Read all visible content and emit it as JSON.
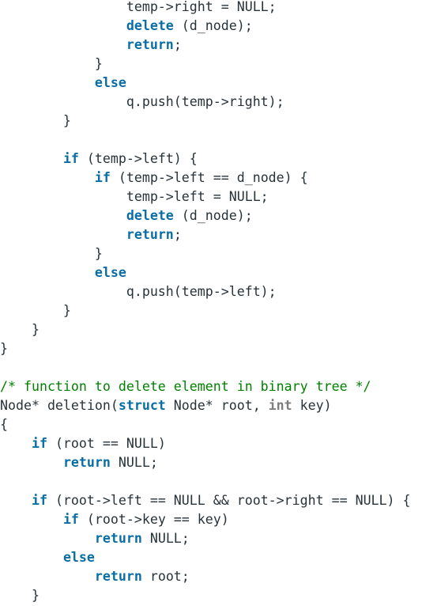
{
  "code": {
    "lines": [
      [
        {
          "t": "plain",
          "v": "                temp->right = NULL;"
        }
      ],
      [
        {
          "t": "plain",
          "v": "                "
        },
        {
          "t": "kw",
          "v": "delete"
        },
        {
          "t": "plain",
          "v": " (d_node);"
        }
      ],
      [
        {
          "t": "plain",
          "v": "                "
        },
        {
          "t": "kw",
          "v": "return"
        },
        {
          "t": "plain",
          "v": ";"
        }
      ],
      [
        {
          "t": "plain",
          "v": "            }"
        }
      ],
      [
        {
          "t": "plain",
          "v": "            "
        },
        {
          "t": "kw",
          "v": "else"
        }
      ],
      [
        {
          "t": "plain",
          "v": "                q.push(temp->right);"
        }
      ],
      [
        {
          "t": "plain",
          "v": "        }"
        }
      ],
      [],
      [
        {
          "t": "plain",
          "v": "        "
        },
        {
          "t": "kw",
          "v": "if"
        },
        {
          "t": "plain",
          "v": " (temp->left) {"
        }
      ],
      [
        {
          "t": "plain",
          "v": "            "
        },
        {
          "t": "kw",
          "v": "if"
        },
        {
          "t": "plain",
          "v": " (temp->left == d_node) {"
        }
      ],
      [
        {
          "t": "plain",
          "v": "                temp->left = NULL;"
        }
      ],
      [
        {
          "t": "plain",
          "v": "                "
        },
        {
          "t": "kw",
          "v": "delete"
        },
        {
          "t": "plain",
          "v": " (d_node);"
        }
      ],
      [
        {
          "t": "plain",
          "v": "                "
        },
        {
          "t": "kw",
          "v": "return"
        },
        {
          "t": "plain",
          "v": ";"
        }
      ],
      [
        {
          "t": "plain",
          "v": "            }"
        }
      ],
      [
        {
          "t": "plain",
          "v": "            "
        },
        {
          "t": "kw",
          "v": "else"
        }
      ],
      [
        {
          "t": "plain",
          "v": "                q.push(temp->left);"
        }
      ],
      [
        {
          "t": "plain",
          "v": "        }"
        }
      ],
      [
        {
          "t": "plain",
          "v": "    }"
        }
      ],
      [
        {
          "t": "plain",
          "v": "}"
        }
      ],
      [],
      [
        {
          "t": "cm",
          "v": "/* function to delete element in binary tree */"
        }
      ],
      [
        {
          "t": "plain",
          "v": "Node* deletion("
        },
        {
          "t": "kw",
          "v": "struct"
        },
        {
          "t": "plain",
          "v": " Node* root, "
        },
        {
          "t": "type",
          "v": "int"
        },
        {
          "t": "plain",
          "v": " key)"
        }
      ],
      [
        {
          "t": "plain",
          "v": "{"
        }
      ],
      [
        {
          "t": "plain",
          "v": "    "
        },
        {
          "t": "kw",
          "v": "if"
        },
        {
          "t": "plain",
          "v": " (root == NULL)"
        }
      ],
      [
        {
          "t": "plain",
          "v": "        "
        },
        {
          "t": "kw",
          "v": "return"
        },
        {
          "t": "plain",
          "v": " NULL;"
        }
      ],
      [],
      [
        {
          "t": "plain",
          "v": "    "
        },
        {
          "t": "kw",
          "v": "if"
        },
        {
          "t": "plain",
          "v": " (root->left == NULL && root->right == NULL) {"
        }
      ],
      [
        {
          "t": "plain",
          "v": "        "
        },
        {
          "t": "kw",
          "v": "if"
        },
        {
          "t": "plain",
          "v": " (root->key == key)"
        }
      ],
      [
        {
          "t": "plain",
          "v": "            "
        },
        {
          "t": "kw",
          "v": "return"
        },
        {
          "t": "plain",
          "v": " NULL;"
        }
      ],
      [
        {
          "t": "plain",
          "v": "        "
        },
        {
          "t": "kw",
          "v": "else"
        }
      ],
      [
        {
          "t": "plain",
          "v": "            "
        },
        {
          "t": "kw",
          "v": "return"
        },
        {
          "t": "plain",
          "v": " root;"
        }
      ],
      [
        {
          "t": "plain",
          "v": "    }"
        }
      ]
    ]
  },
  "colors": {
    "background": "#ffffff",
    "text": "#273239",
    "keyword": "#0a6ea3",
    "type": "#7e7e7e",
    "comment": "#008200"
  }
}
